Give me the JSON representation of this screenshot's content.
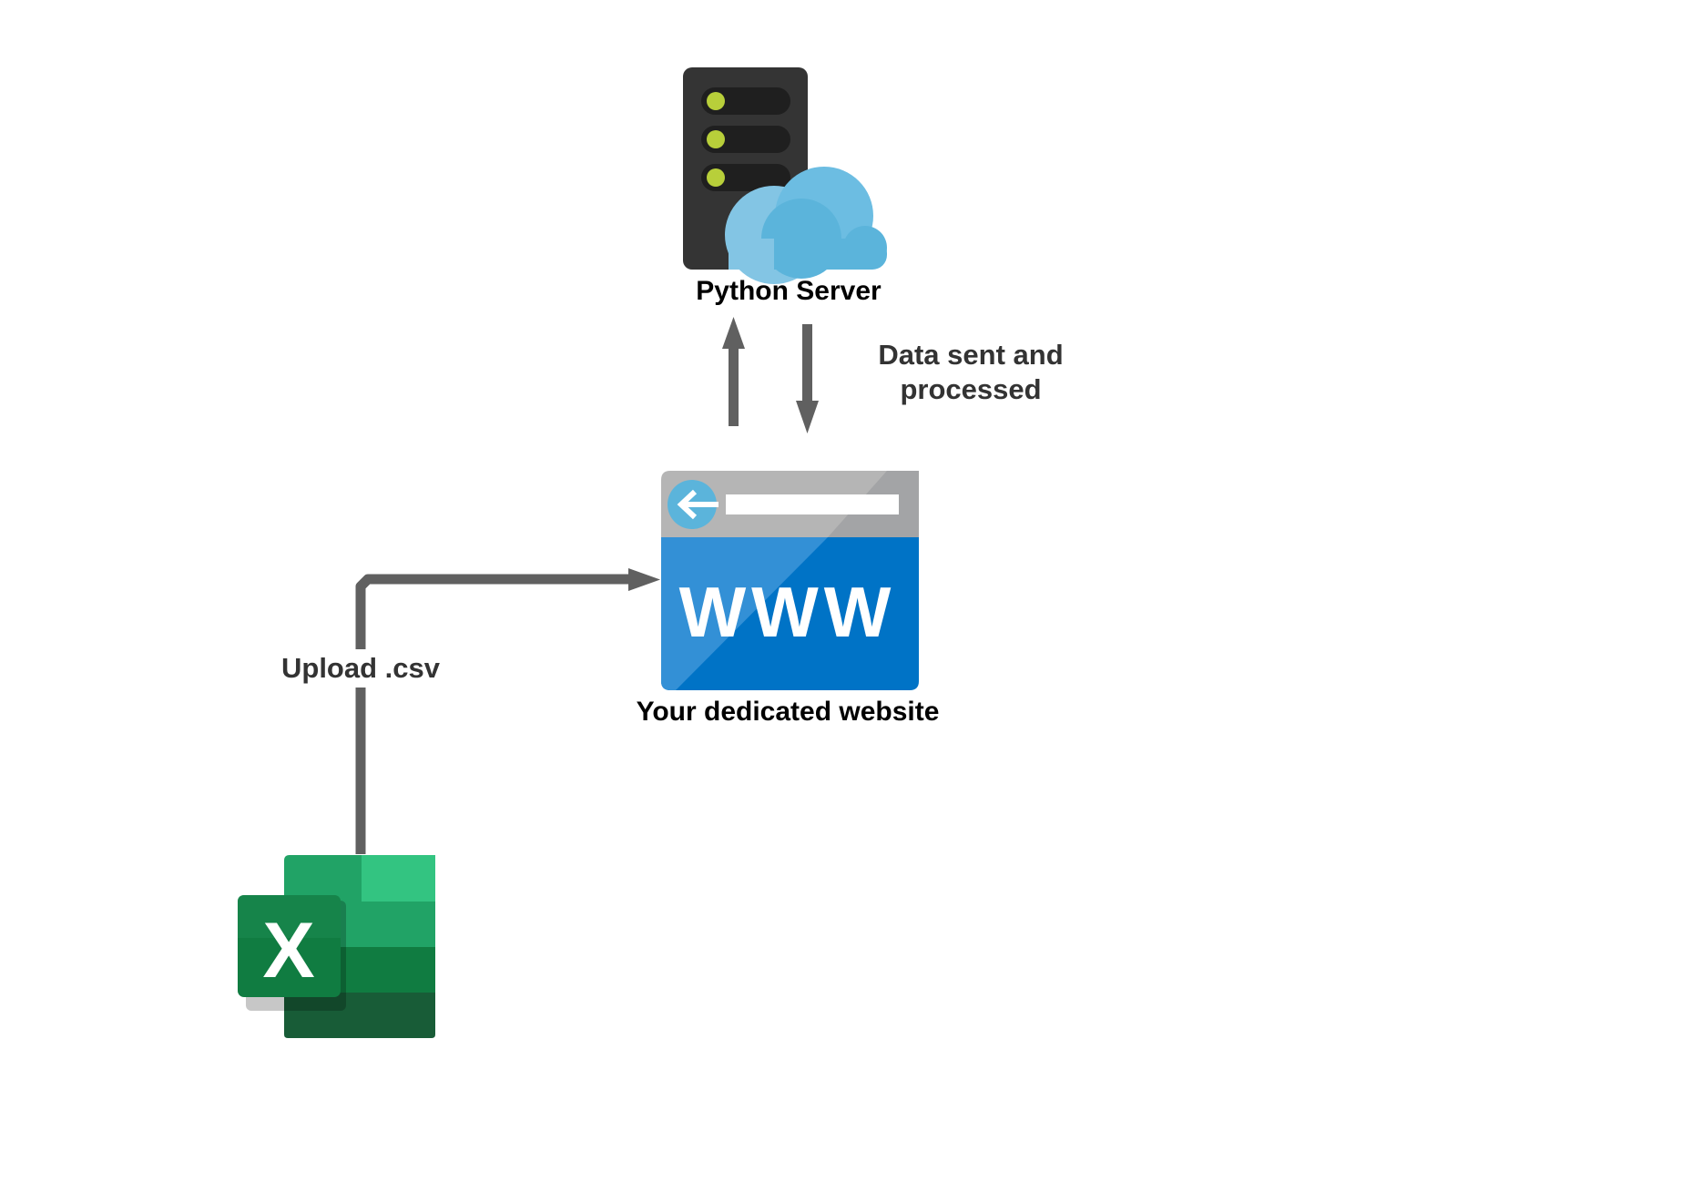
{
  "nodes": {
    "server": {
      "label": "Python Server",
      "icon": "server-cloud-icon"
    },
    "website": {
      "label": "Your dedicated website",
      "icon": "browser-window-icon",
      "www_text": "WWW"
    },
    "excel": {
      "icon": "excel-icon",
      "letter": "X"
    }
  },
  "edges": {
    "upload": {
      "label": "Upload .csv"
    },
    "data": {
      "label_line1": "Data sent and",
      "label_line2": "processed"
    }
  },
  "colors": {
    "arrow": "#606060",
    "server_body": "#333333",
    "server_led": "#b8cf3a",
    "cloud": "#5bb4db",
    "browser_bar": "#b5b5b5",
    "browser_body": "#0073c6",
    "excel_green": "#1d7a45"
  }
}
